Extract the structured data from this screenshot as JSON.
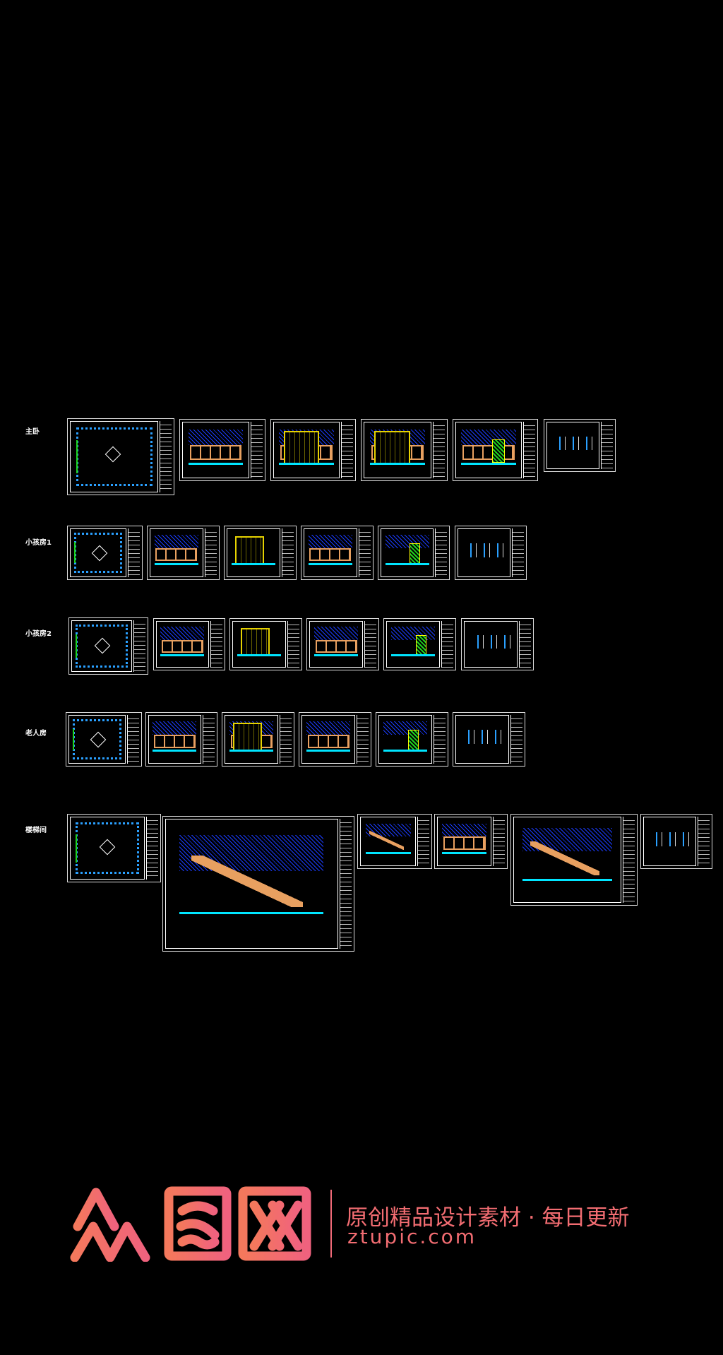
{
  "rows": [
    {
      "label": "主卧",
      "sheets": [
        "plan",
        "wood",
        "wood-yellow",
        "wood-yellow",
        "wood-green",
        "detail"
      ]
    },
    {
      "label": "小孩房1",
      "sheets": [
        "plan",
        "wood",
        "yellow",
        "wood",
        "green",
        "detail"
      ]
    },
    {
      "label": "小孩房2",
      "sheets": [
        "plan",
        "wood",
        "yellow",
        "wood",
        "green",
        "detail"
      ]
    },
    {
      "label": "老人房",
      "sheets": [
        "plan",
        "wood",
        "wood-yellow",
        "wood",
        "green",
        "detail"
      ]
    },
    {
      "label": "楼梯间",
      "sheets": [
        "plan",
        "stair",
        "stair",
        "wood",
        "stair",
        "detail"
      ]
    }
  ],
  "watermark": {
    "brand": "众图网",
    "slogan": "原创精品设计素材 · 每日更新",
    "url": "ztupic.com"
  },
  "colors": {
    "brand_start": "#f4785c",
    "brand_end": "#f0627e",
    "hatch": "#1a3cff",
    "accent": "#00e5ff"
  }
}
